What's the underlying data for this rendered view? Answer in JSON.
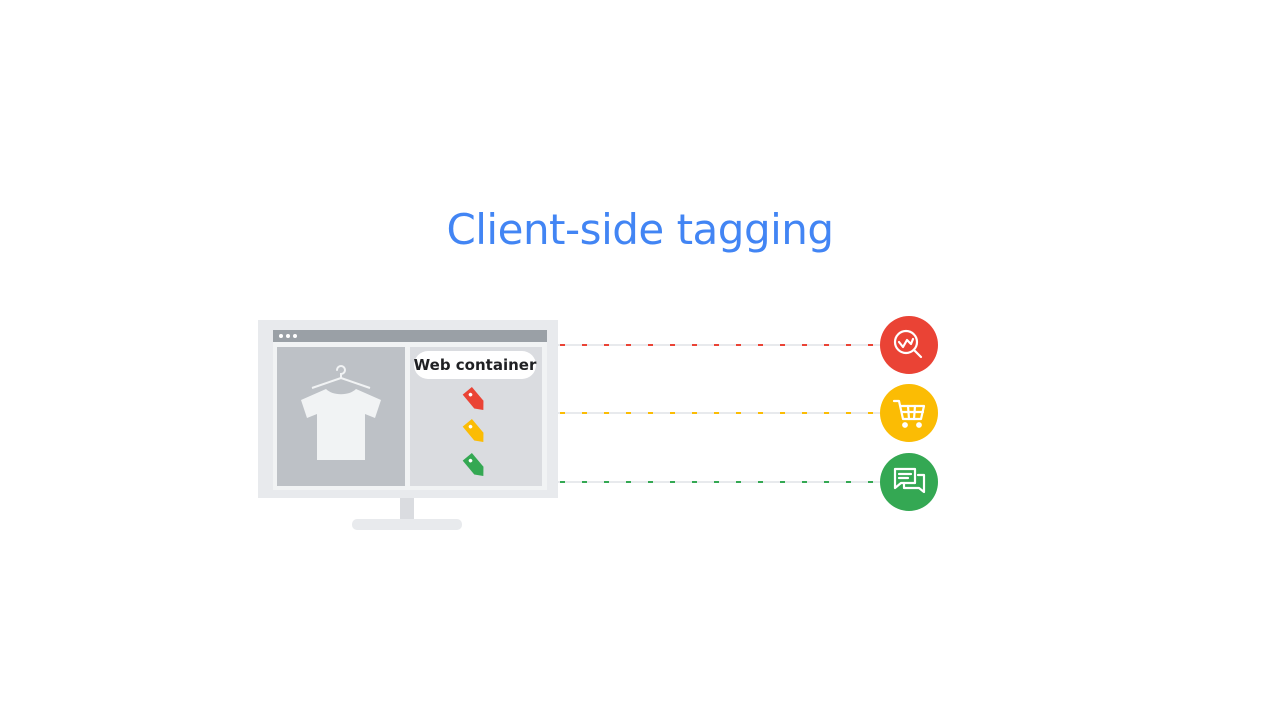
{
  "title": "Client-side tagging",
  "container_label": "Web container",
  "colors": {
    "title": "#4285F4",
    "red": "#EA4335",
    "yellow": "#FBBC04",
    "green": "#34A853",
    "monitor_frame": "#e8eaed",
    "monitor_panel": "#bdc1c6",
    "monitor_bar": "#9aa0a6"
  },
  "tags": [
    {
      "name": "red-tag",
      "color": "#EA4335"
    },
    {
      "name": "yellow-tag",
      "color": "#FBBC04"
    },
    {
      "name": "green-tag",
      "color": "#34A853"
    }
  ],
  "destinations": [
    {
      "name": "analytics-destination",
      "icon": "magnifier-chart-icon",
      "color": "#EA4335"
    },
    {
      "name": "shopping-destination",
      "icon": "shopping-cart-icon",
      "color": "#FBBC04"
    },
    {
      "name": "messaging-destination",
      "icon": "chat-bubbles-icon",
      "color": "#34A853"
    }
  ]
}
